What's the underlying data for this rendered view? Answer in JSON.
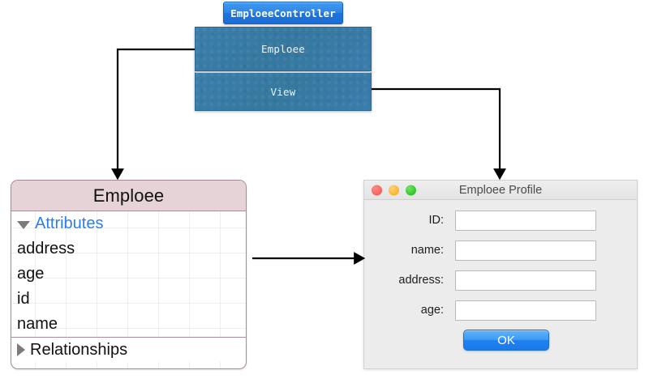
{
  "diagram": {
    "title_tab": "EmploeeController",
    "controller": {
      "panels": [
        {
          "label": "Emploee",
          "name": "model-panel"
        },
        {
          "label": "View",
          "name": "view-panel"
        }
      ],
      "fill_color": "#3a7ca8",
      "tab_color": "#2f85e6"
    },
    "entity": {
      "title": "Emploee",
      "header_color": "#e6d3d8",
      "border_color": "#a98b92",
      "attributes_group": {
        "label": "Attributes",
        "expanded": true,
        "color": "#2b7cf0"
      },
      "attributes": [
        "address",
        "age",
        "id",
        "name"
      ],
      "relationships_group": {
        "label": "Relationships",
        "expanded": false
      }
    },
    "profile_window": {
      "title": "Emploee Profile",
      "traffic_lights": [
        {
          "name": "close-button",
          "color": "#f9605a"
        },
        {
          "name": "minimize-button",
          "color": "#f7b529"
        },
        {
          "name": "zoom-button",
          "color": "#2ec726"
        }
      ],
      "fields": [
        {
          "label": "ID:",
          "value": "",
          "placeholder": "",
          "name": "id-field"
        },
        {
          "label": "name:",
          "value": "",
          "placeholder": "",
          "name": "name-field"
        },
        {
          "label": "address:",
          "value": "",
          "placeholder": "",
          "name": "address-field"
        },
        {
          "label": "age:",
          "value": "",
          "placeholder": "",
          "name": "age-field"
        }
      ],
      "ok_label": "OK"
    },
    "connectors": [
      {
        "name": "controller-to-entity",
        "from": "model-panel",
        "to": "entity-box"
      },
      {
        "name": "controller-to-profile",
        "from": "view-panel",
        "to": "profile-window"
      },
      {
        "name": "entity-to-profile",
        "from": "entity-box",
        "to": "profile-window"
      }
    ]
  }
}
